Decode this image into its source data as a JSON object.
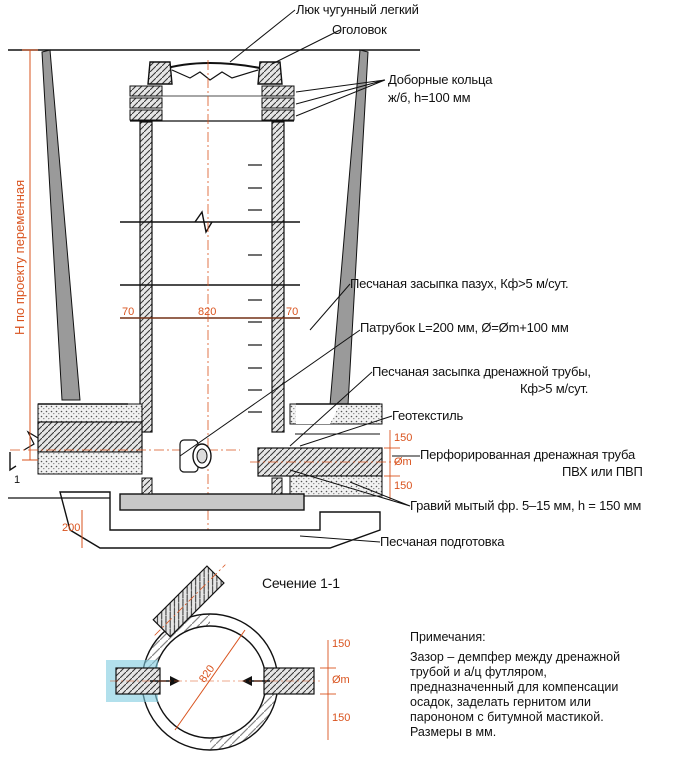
{
  "labels": {
    "hatch": "Люк чугунный легкий",
    "head": "Оголовок",
    "rings_1": "Доборные кольца",
    "rings_2": "ж/б, h=100 мм",
    "sand_backfill": "Песчаная засыпка пазух, Кф>5 м/сут.",
    "branch_pipe": "Патрубок L=200 мм, Ø=Øm+100 мм",
    "sand_drain_1": "Песчаная засыпка дренажной трубы,",
    "sand_drain_2": "Кф>5 м/сут.",
    "geotextile": "Геотекстиль",
    "perforated_1": "Перфорированная дренажная труба",
    "perforated_2": "ПВХ или ПВП",
    "gravel": "Гравий мытый фр. 5–15 мм, h = 150 мм",
    "sand_base": "Песчаная подготовка",
    "section_title": "Сечение 1-1",
    "height_label": "Н по проекту переменная"
  },
  "dimensions": {
    "wall_left": "70",
    "inner_diameter": "820",
    "wall_right": "70",
    "pipe_top": "150",
    "pipe_diameter": "Øm",
    "pipe_bottom": "150",
    "base_thickness": "200",
    "section_diameter": "820",
    "section_top": "150",
    "section_pipe": "Øm",
    "section_bottom": "150",
    "cut_mark": "1"
  },
  "notes": {
    "title": "Примечания:",
    "lines": [
      "Зазор – демпфер между дренажной",
      "трубой и а/ц футляром,",
      "предназначенный для компенсации",
      "осадок, заделать гернитом или",
      "парононом с битумной мастикой.",
      "Размеры в мм."
    ]
  },
  "colors": {
    "line": "#111111",
    "accent": "#d9531e",
    "water": "#7ecbe0",
    "concrete": "#bdbdbd"
  }
}
